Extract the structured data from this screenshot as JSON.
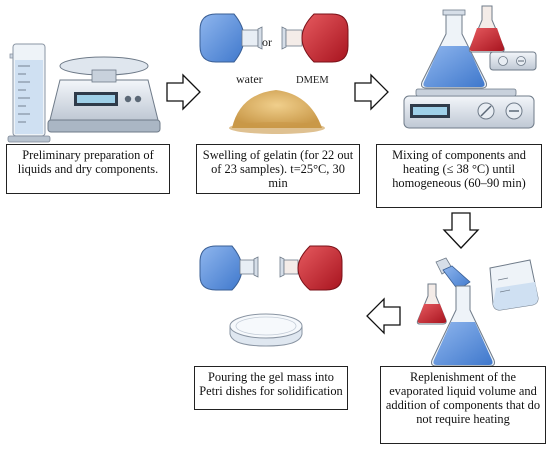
{
  "steps": [
    {
      "text": "Preliminary preparation of liquids and dry components."
    },
    {
      "text": "Swelling of gelatin (for 22 out of 23 samples). t=25°C, 30 min"
    },
    {
      "text": "Mixing of components and heating (≤ 38 °C) until homogeneous (60–90 min)"
    },
    {
      "text": "Replenishment of the evaporated liquid volume and addition of components that do not require heating"
    },
    {
      "text": "Pouring the gel mass into Petri dishes for solidification"
    }
  ],
  "labels": {
    "or": "or",
    "water": "water",
    "dmem": "DMEM"
  },
  "colors": {
    "water": "#5b8fd6",
    "dmem": "#c81f2a",
    "gelatin": "#dcb46a",
    "device": "#e9eef6"
  }
}
